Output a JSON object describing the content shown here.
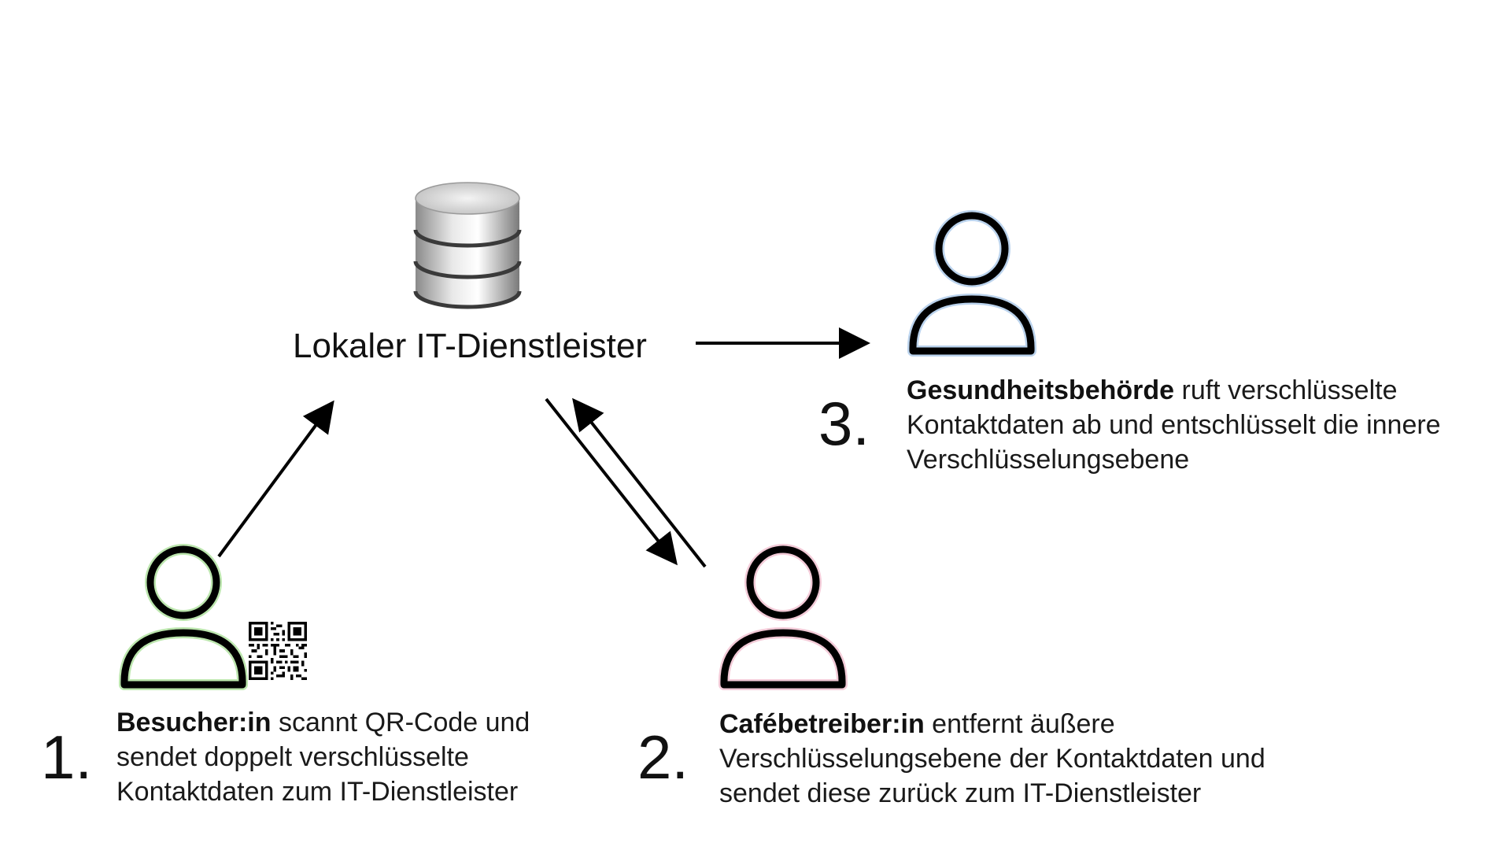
{
  "server": {
    "label": "Lokaler IT-Dienstleister",
    "icon": "database-icon"
  },
  "steps": [
    {
      "number": "1.",
      "actor": "Besucher:in",
      "actor_outline_color": "#6fbf5a",
      "line1_rest": " scannt QR-Code und",
      "line2": "sendet doppelt verschlüsselte",
      "line3": "Kontaktdaten zum IT-Dienstleister",
      "icons": [
        "person-icon",
        "qr-code-icon"
      ]
    },
    {
      "number": "2.",
      "actor": "Cafébetreiber:in",
      "actor_outline_color": "#d98fa8",
      "line1_rest": " entfernt äußere",
      "line2": "Verschlüsselungsebene der Kontaktdaten und",
      "line3": "sendet diese zurück zum IT-Dienstleister",
      "icons": [
        "person-icon"
      ]
    },
    {
      "number": "3.",
      "actor": "Gesundheitsbehörde",
      "actor_outline_color": "#7fa7d6",
      "line1_rest": " ruft verschlüsselte",
      "line2": "Kontaktdaten ab und entschlüsselt die innere",
      "line3": "Verschlüsselungsebene",
      "icons": [
        "person-icon"
      ]
    }
  ]
}
